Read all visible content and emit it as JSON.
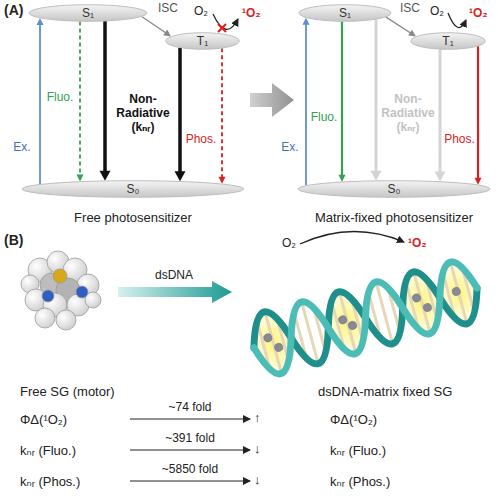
{
  "diagram": {
    "nodes": [
      {
        "text": [
          "S₁"
        ]
      },
      {
        "text": [
          "T₁"
        ]
      },
      {
        "text": [
          "S₀"
        ]
      },
      {
        "text": [
          "S₁"
        ]
      },
      {
        "text": [
          "T₁"
        ]
      },
      {
        "text": [
          "S₀"
        ]
      }
    ],
    "edges": [
      {
        "from": 2,
        "to": 0,
        "arrow": "to",
        "label": "Ex."
      },
      {
        "from": 0,
        "to": 2,
        "arrow": "to",
        "label": "Fluo."
      },
      {
        "from": 0,
        "to": 2,
        "arrow": "to",
        "label": "Non-Radiative (kₙᵣ)"
      },
      {
        "from": 0,
        "to": 1,
        "arrow": "to",
        "label": "ISC"
      },
      {
        "from": 1,
        "to": 2,
        "arrow": "to"
      },
      {
        "from": 1,
        "to": 2,
        "arrow": "to",
        "label": "Phos."
      },
      {
        "from": 5,
        "to": 3,
        "arrow": "to",
        "label": "Ex."
      },
      {
        "from": 3,
        "to": 5,
        "arrow": "to",
        "label": "Fluo."
      },
      {
        "from": 3,
        "to": 5,
        "arrow": "to",
        "label": "Non-Radiative (kₙᵣ)"
      },
      {
        "from": 3,
        "to": 4,
        "arrow": "to",
        "label": "ISC"
      },
      {
        "from": 4,
        "to": 5,
        "arrow": "to"
      },
      {
        "from": 4,
        "to": 5,
        "arrow": "to",
        "label": "Phos."
      }
    ],
    "labels": [
      "(A)",
      "O₂",
      "¹O₂",
      "Free photosensitizer",
      "O₂",
      "¹O₂",
      "Matrix-fixed photosensitizer",
      "(B)",
      "dsDNA",
      "O₂",
      "¹O₂",
      "Free SG (motor)",
      "dsDNA-matrix fixed SG",
      "ΦΔ(¹O₂)",
      "~74 fold",
      "↑",
      "ΦΔ(¹O₂)",
      "kₙᵣ (Fluo.)",
      "~391 fold",
      "↓",
      "kₙᵣ (Fluo.)",
      "kₙᵣ (Phos.)",
      "~5850 fold",
      "↓",
      "kₙᵣ (Phos.)"
    ]
  }
}
